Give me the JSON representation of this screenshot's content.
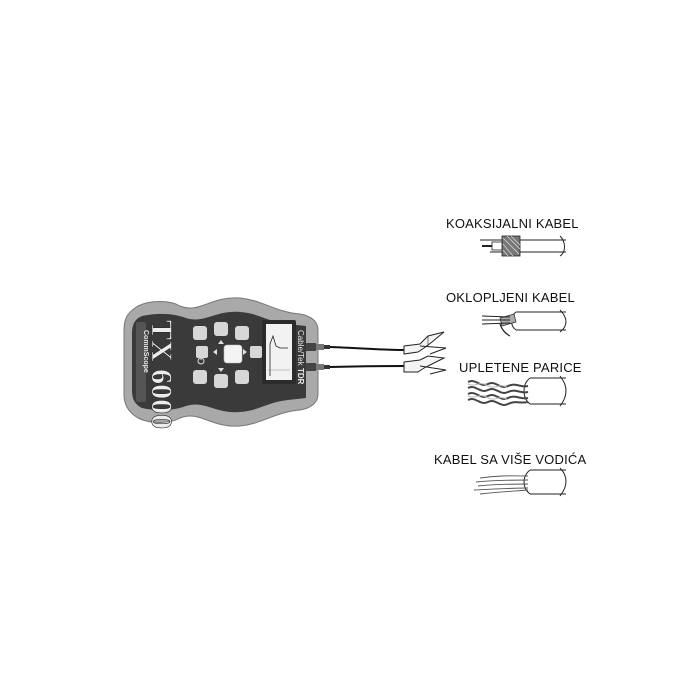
{
  "device": {
    "model_vertical": "TX 6000",
    "brand": "Cable/Tek",
    "type_label": "TDR",
    "vendor": "CommScope",
    "colors": {
      "body": "#3a3a3a",
      "shell": "#a9a9a9",
      "screen": "#f2f2f2",
      "button": "#d7d7d7"
    },
    "icons": [
      "power-icon",
      "up-arrow-icon",
      "down-arrow-icon",
      "left-arrow-icon",
      "right-arrow-icon"
    ]
  },
  "cables": [
    {
      "id": "coax",
      "label": "KOAKSIJALNI KABEL"
    },
    {
      "id": "shielded",
      "label": "OKLOPLJENI KABEL"
    },
    {
      "id": "twisted",
      "label": "UPLETENE PARICE"
    },
    {
      "id": "multi",
      "label": "KABEL SA VIŠE VODIĆA"
    }
  ]
}
